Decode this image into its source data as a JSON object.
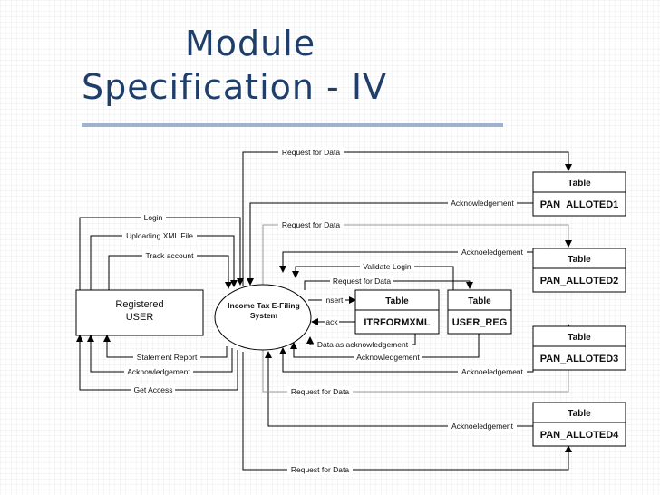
{
  "title": {
    "line1": "Module",
    "line2": "Specification - IV"
  },
  "entities": {
    "user": {
      "line1": "Registered",
      "line2": "USER"
    },
    "system": {
      "line1": "Income Tax E-Filing",
      "line2": "System"
    }
  },
  "tables": [
    {
      "header": "Table",
      "name": "PAN_ALLOTED1"
    },
    {
      "header": "Table",
      "name": "PAN_ALLOTED2"
    },
    {
      "header": "Table",
      "name": "PAN_ALLOTED3"
    },
    {
      "header": "Table",
      "name": "PAN_ALLOTED4"
    },
    {
      "header": "Table",
      "name": "ITRFORMXML"
    },
    {
      "header": "Table",
      "name": "USER_REG"
    }
  ],
  "flows": {
    "login": "Login",
    "uploading": "Uploading XML File",
    "track": "Track account",
    "statement": "Statement Report",
    "user_ack": "Acknowledgement",
    "get_access": "Get Access",
    "req1": "Request for Data",
    "ack1": "Acknowledgement",
    "req2": "Request for Data",
    "ack2": "Acknoeledgement",
    "validate": "Validate Login",
    "req_reg": "Request for Data",
    "insert": "insert",
    "ack_itr": "ack",
    "data_ack": "Data as acknowledgement",
    "ack_reg": "Acknowledgement",
    "ack3": "Acknoeledgement",
    "req3": "Request for Data",
    "ack4": "Acknoeledgement",
    "req4": "Request for Data"
  }
}
